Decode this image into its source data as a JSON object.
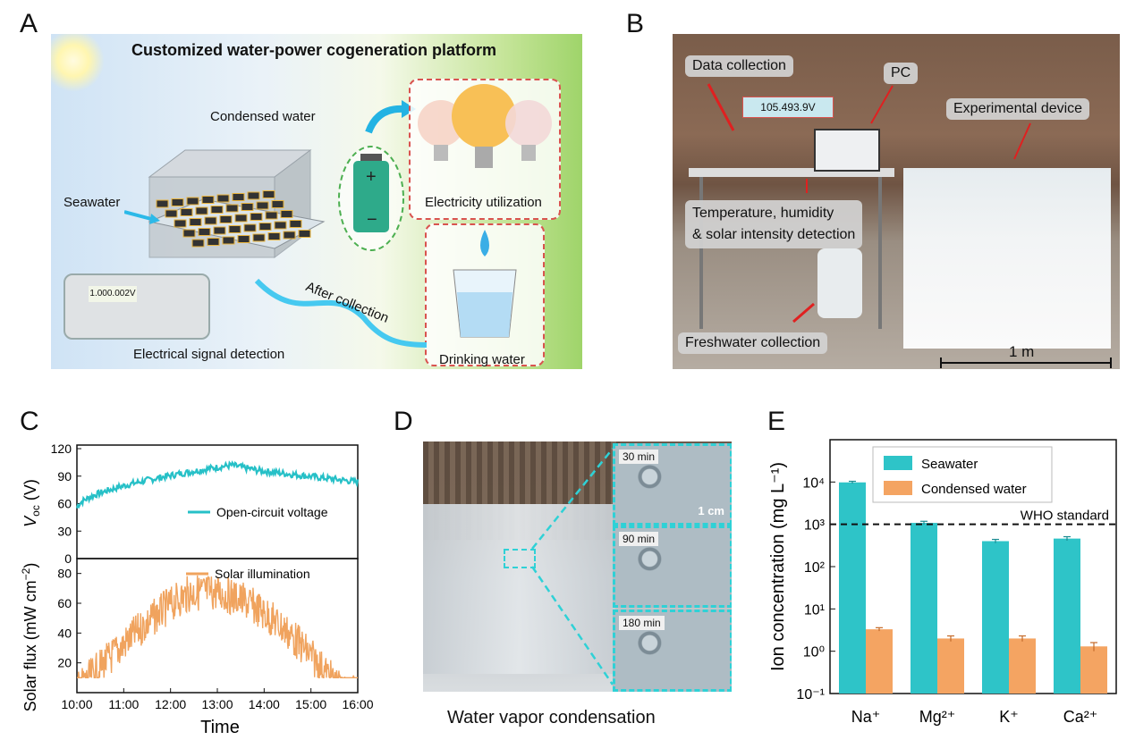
{
  "letters": {
    "a": "A",
    "b": "B",
    "c": "C",
    "d": "D",
    "e": "E"
  },
  "panelA": {
    "title": "Customized water-power cogeneration platform",
    "condensed": "Condensed water",
    "seawater": "Seawater",
    "electricity": "Electricity utilization",
    "after": "After collection",
    "detection": "Electrical signal detection",
    "drinking": "Drinking water",
    "meter_reading": "1.000.002V"
  },
  "panelB": {
    "data_collection": "Data collection",
    "pc": "PC",
    "experimental": "Experimental device",
    "reading": "105.493.9V",
    "temp_line1": "Temperature, humidity",
    "temp_line2": "& solar intensity detection",
    "freshwater": "Freshwater collection",
    "scale": "1 m"
  },
  "panelC": {
    "top_ylabel_main": "V",
    "top_ylabel_sub": "oc",
    "top_ylabel_unit": " (V)",
    "bottom_ylabel": "Solar flux (mW cm",
    "bottom_ylabel_sup": "−2",
    "bottom_ylabel_end": ")",
    "xlabel": "Time",
    "top_yticks": [
      "0",
      "30",
      "60",
      "90",
      "120"
    ],
    "bottom_yticks": [
      "20",
      "40",
      "60",
      "80"
    ],
    "xticks": [
      "10:00",
      "11:00",
      "12:00",
      "13:00",
      "14:00",
      "15:00",
      "16:00"
    ],
    "legend_top": "Open-circuit voltage",
    "legend_bottom": "Solar illumination",
    "color_top": "#26c0c7",
    "color_bottom": "#f0a35e"
  },
  "panelD": {
    "t1": "30 min",
    "t2": "90 min",
    "t3": "180 min",
    "scale": "1 cm",
    "caption": "Water vapor condensation"
  },
  "chart_data": {
    "type": "bar",
    "categories": [
      "Na⁺",
      "Mg²⁺",
      "K⁺",
      "Ca²⁺"
    ],
    "series": [
      {
        "name": "Seawater",
        "values": [
          9800,
          1080,
          400,
          460
        ],
        "err": [
          600,
          100,
          40,
          50
        ],
        "color": "#2ec4c8"
      },
      {
        "name": "Condensed water",
        "values": [
          3.3,
          2.0,
          2.0,
          1.3
        ],
        "err": [
          0.3,
          0.3,
          0.3,
          0.3
        ],
        "color": "#f4a462"
      }
    ],
    "ylabel": "Ion concentration (mg L⁻¹)",
    "yscale": "log",
    "ylim": [
      0.1,
      100000
    ],
    "yticks": [
      "10⁻¹",
      "10⁰",
      "10¹",
      "10²",
      "10³",
      "10⁴"
    ],
    "reference": {
      "label": "WHO standard",
      "value": 1000
    },
    "legend_position": "top-left"
  }
}
